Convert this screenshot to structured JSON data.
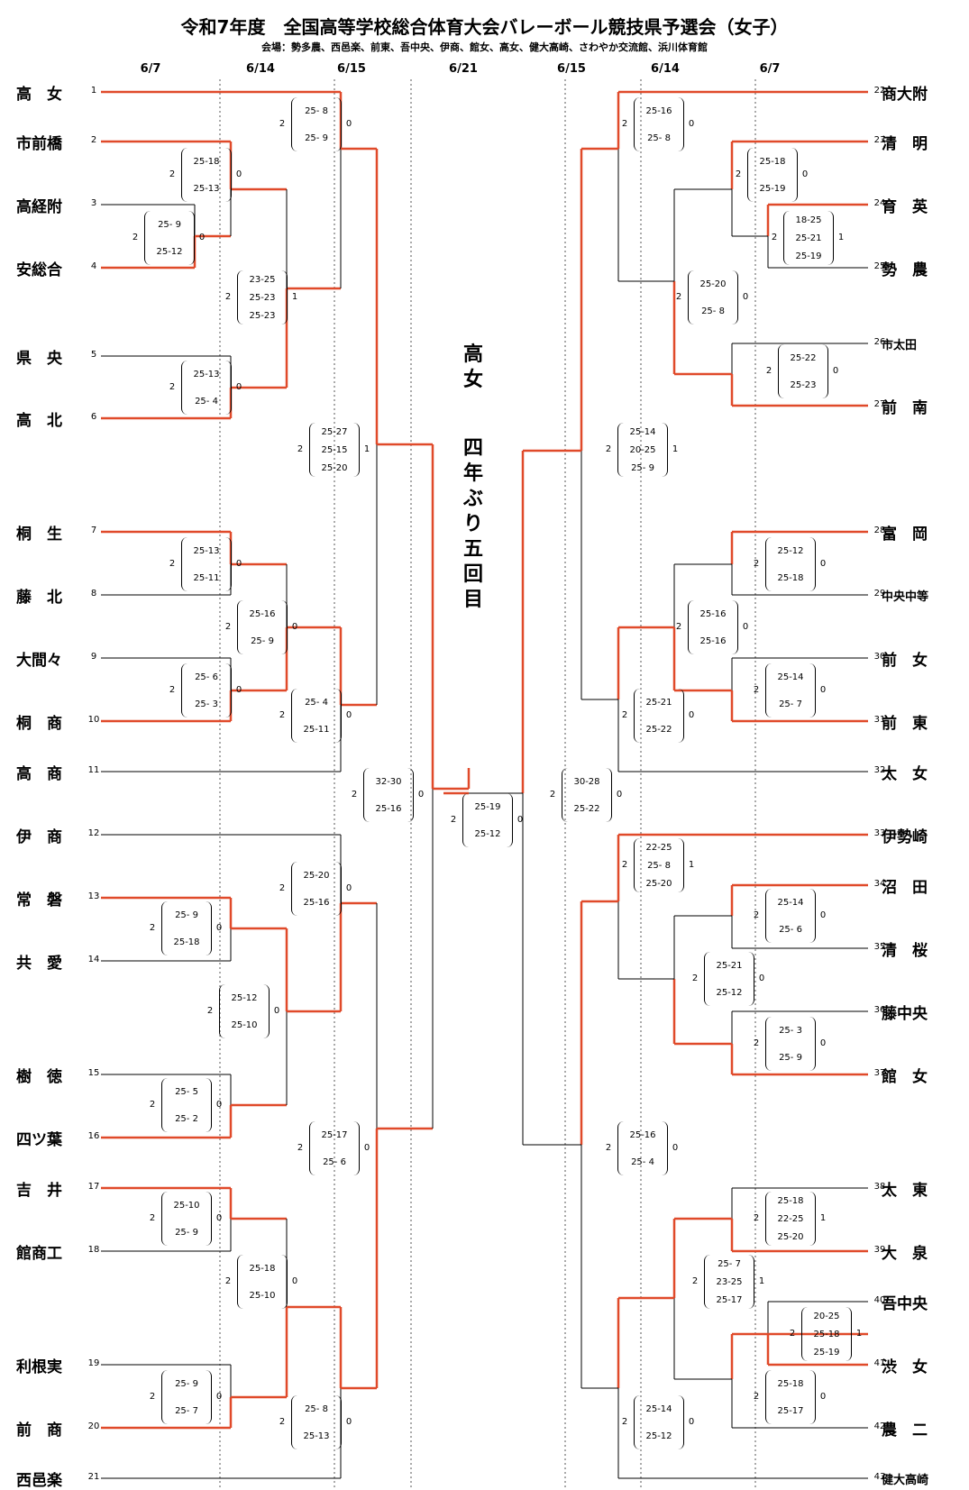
{
  "title": "令和7年度　全国高等学校総合体育大会バレーボール競技県予選会（女子）",
  "venue": "会場：勢多農、西邑楽、前東、吾中央、伊商、館女、高女、健大高崎、さわやか交流館、浜川体育館",
  "dates": {
    "left": [
      "6/7",
      "6/14",
      "6/15"
    ],
    "final": "6/21",
    "right": [
      "6/15",
      "6/14",
      "6/7"
    ]
  },
  "champion": "高女",
  "champion_note": "四年ぶり五回目",
  "teams": [
    {
      "no": "1",
      "name": "高　女"
    },
    {
      "no": "2",
      "name": "市前橋"
    },
    {
      "no": "3",
      "name": "高経附"
    },
    {
      "no": "4",
      "name": "安総合"
    },
    {
      "no": "5",
      "name": "県　央"
    },
    {
      "no": "6",
      "name": "高　北"
    },
    {
      "no": "7",
      "name": "桐　生"
    },
    {
      "no": "8",
      "name": "藤　北"
    },
    {
      "no": "9",
      "name": "大間々"
    },
    {
      "no": "10",
      "name": "桐　商"
    },
    {
      "no": "11",
      "name": "高　商"
    },
    {
      "no": "12",
      "name": "伊　商"
    },
    {
      "no": "13",
      "name": "常　磐"
    },
    {
      "no": "14",
      "name": "共　愛"
    },
    {
      "no": "15",
      "name": "樹　徳"
    },
    {
      "no": "16",
      "name": "四ツ葉"
    },
    {
      "no": "17",
      "name": "吉　井"
    },
    {
      "no": "18",
      "name": "館商工"
    },
    {
      "no": "19",
      "name": "利根実"
    },
    {
      "no": "20",
      "name": "前　商"
    },
    {
      "no": "21",
      "name": "西邑楽"
    },
    {
      "no": "22",
      "name": "商大附"
    },
    {
      "no": "23",
      "name": "清　明"
    },
    {
      "no": "24",
      "name": "育　英"
    },
    {
      "no": "25",
      "name": "勢　農"
    },
    {
      "no": "26",
      "name": "市太田"
    },
    {
      "no": "27",
      "name": "前　南"
    },
    {
      "no": "28",
      "name": "富　岡"
    },
    {
      "no": "29",
      "name": "中央中等"
    },
    {
      "no": "30",
      "name": "前　女"
    },
    {
      "no": "31",
      "name": "前　東"
    },
    {
      "no": "32",
      "name": "太　女"
    },
    {
      "no": "33",
      "name": "伊勢崎"
    },
    {
      "no": "34",
      "name": "沼　田"
    },
    {
      "no": "35",
      "name": "清　桜"
    },
    {
      "no": "36",
      "name": "藤中央"
    },
    {
      "no": "37",
      "name": "館　女"
    },
    {
      "no": "38",
      "name": "太　東"
    },
    {
      "no": "39",
      "name": "大　泉"
    },
    {
      "no": "40",
      "name": "吾中央"
    },
    {
      "no": "41",
      "name": "渋　女"
    },
    {
      "no": "42",
      "name": "農　二"
    },
    {
      "no": "43",
      "name": "健大高崎"
    }
  ],
  "matches": [
    {
      "w": "2",
      "l": "0",
      "games": [
        "25- 8",
        "25- 9"
      ]
    },
    {
      "w": "2",
      "l": "0",
      "games": [
        "25-18",
        "25-13"
      ]
    },
    {
      "w": "2",
      "l": "0",
      "games": [
        "25- 9",
        "25-12"
      ]
    },
    {
      "w": "2",
      "l": "1",
      "games": [
        "23-25",
        "25-23",
        "25-23"
      ]
    },
    {
      "w": "2",
      "l": "0",
      "games": [
        "25-13",
        "25- 4"
      ]
    },
    {
      "w": "2",
      "l": "1",
      "games": [
        "25-27",
        "25-15",
        "25-20"
      ]
    },
    {
      "w": "2",
      "l": "0",
      "games": [
        "25-13",
        "25-11"
      ]
    },
    {
      "w": "2",
      "l": "0",
      "games": [
        "25-16",
        "25- 9"
      ]
    },
    {
      "w": "2",
      "l": "0",
      "games": [
        "25- 6",
        "25- 3"
      ]
    },
    {
      "w": "2",
      "l": "0",
      "games": [
        "25- 4",
        "25-11"
      ]
    },
    {
      "w": "2",
      "l": "0",
      "games": [
        "32-30",
        "25-16"
      ]
    },
    {
      "w": "2",
      "l": "0",
      "games": [
        "25-20",
        "25-16"
      ]
    },
    {
      "w": "2",
      "l": "0",
      "games": [
        "25- 9",
        "25-18"
      ]
    },
    {
      "w": "2",
      "l": "0",
      "games": [
        "25-12",
        "25-10"
      ]
    },
    {
      "w": "2",
      "l": "0",
      "games": [
        "25- 5",
        "25- 2"
      ]
    },
    {
      "w": "2",
      "l": "0",
      "games": [
        "25-17",
        "25- 6"
      ]
    },
    {
      "w": "2",
      "l": "0",
      "games": [
        "25-10",
        "25- 9"
      ]
    },
    {
      "w": "2",
      "l": "0",
      "games": [
        "25-18",
        "25-10"
      ]
    },
    {
      "w": "2",
      "l": "0",
      "games": [
        "25- 9",
        "25- 7"
      ]
    },
    {
      "w": "2",
      "l": "0",
      "games": [
        "25- 8",
        "25-13"
      ]
    },
    {
      "w": "2",
      "l": "0",
      "games": [
        "25-19",
        "25-12"
      ]
    },
    {
      "w": "2",
      "l": "0",
      "games": [
        "25-16",
        "25- 8"
      ]
    },
    {
      "w": "2",
      "l": "0",
      "games": [
        "25-18",
        "25-19"
      ]
    },
    {
      "w": "2",
      "l": "1",
      "games": [
        "18-25",
        "25-21",
        "25-19"
      ]
    },
    {
      "w": "2",
      "l": "0",
      "games": [
        "25-20",
        "25- 8"
      ]
    },
    {
      "w": "2",
      "l": "0",
      "games": [
        "25-22",
        "25-23"
      ]
    },
    {
      "w": "2",
      "l": "1",
      "games": [
        "25-14",
        "20-25",
        "25- 9"
      ]
    },
    {
      "w": "2",
      "l": "0",
      "games": [
        "25-12",
        "25-18"
      ]
    },
    {
      "w": "2",
      "l": "0",
      "games": [
        "25-16",
        "25-16"
      ]
    },
    {
      "w": "2",
      "l": "0",
      "games": [
        "25-14",
        "25- 7"
      ]
    },
    {
      "w": "2",
      "l": "0",
      "games": [
        "25-21",
        "25-22"
      ]
    },
    {
      "w": "2",
      "l": "0",
      "games": [
        "30-28",
        "25-22"
      ]
    },
    {
      "w": "2",
      "l": "1",
      "games": [
        "22-25",
        "25- 8",
        "25-20"
      ]
    },
    {
      "w": "2",
      "l": "0",
      "games": [
        "25-14",
        "25- 6"
      ]
    },
    {
      "w": "2",
      "l": "0",
      "games": [
        "25-21",
        "25-12"
      ]
    },
    {
      "w": "2",
      "l": "0",
      "games": [
        "25- 3",
        "25- 9"
      ]
    },
    {
      "w": "2",
      "l": "0",
      "games": [
        "25-16",
        "25- 4"
      ]
    },
    {
      "w": "2",
      "l": "1",
      "games": [
        "25-18",
        "22-25",
        "25-20"
      ]
    },
    {
      "w": "2",
      "l": "1",
      "games": [
        "25- 7",
        "23-25",
        "25-17"
      ]
    },
    {
      "w": "2",
      "l": "1",
      "games": [
        "20-25",
        "25-18",
        "25-19"
      ]
    },
    {
      "w": "2",
      "l": "0",
      "games": [
        "25-18",
        "25-17"
      ]
    },
    {
      "w": "2",
      "l": "0",
      "games": [
        "25-14",
        "25-12"
      ]
    }
  ],
  "colors": {
    "winner_line": "#e04a2a",
    "loser_line": "#000000"
  }
}
